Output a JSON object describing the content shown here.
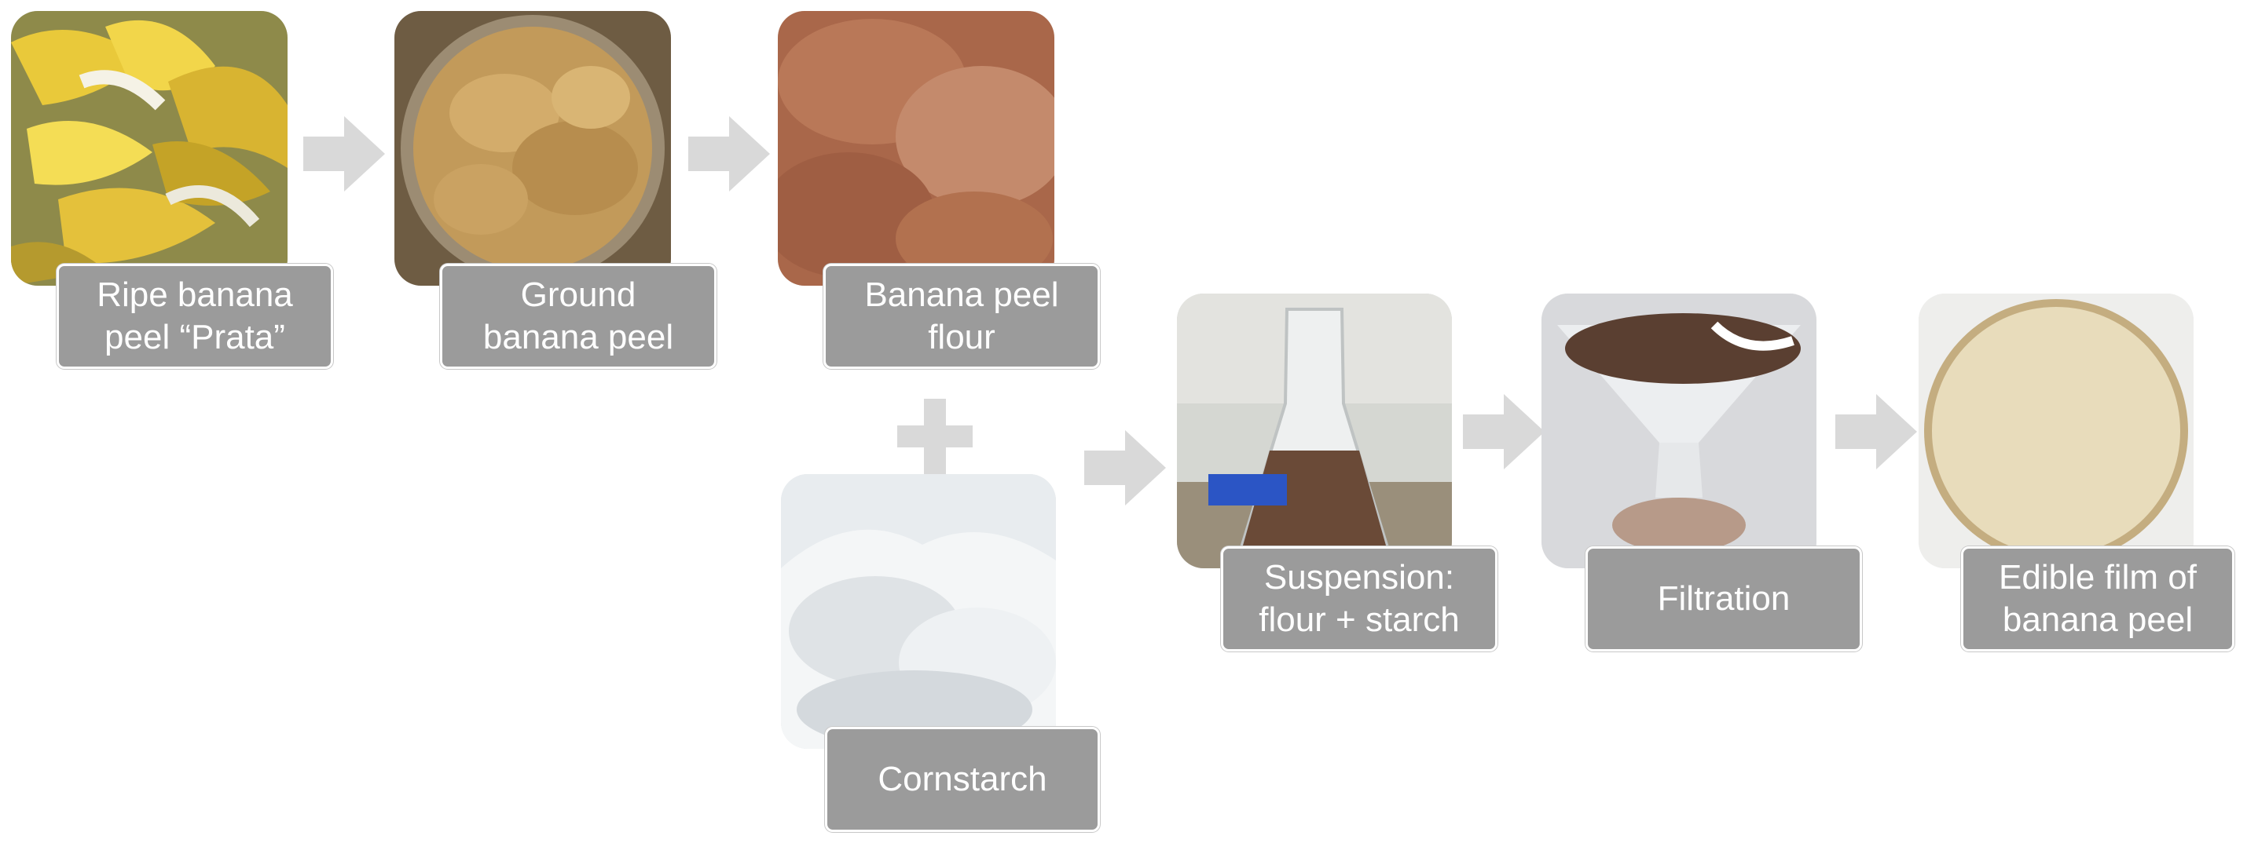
{
  "steps": {
    "ripe_peel": {
      "line1": "Ripe banana",
      "line2": "peel “Prata”"
    },
    "ground_peel": {
      "line1": "Ground",
      "line2": "banana peel"
    },
    "peel_flour": {
      "line1": "Banana peel",
      "line2": "flour"
    },
    "cornstarch": {
      "line1": "Cornstarch"
    },
    "suspension": {
      "line1": "Suspension:",
      "line2": "flour + starch"
    },
    "filtration": {
      "line1": "Filtration"
    },
    "edible_film": {
      "line1": "Edible film of",
      "line2": "banana peel"
    }
  },
  "colors": {
    "label_bg": "#9b9b9b",
    "arrow": "#d9d9d9",
    "plus": "#d9d9d9"
  },
  "icons": {
    "flow_arrow": "right-arrow-icon",
    "combine": "plus-icon"
  }
}
